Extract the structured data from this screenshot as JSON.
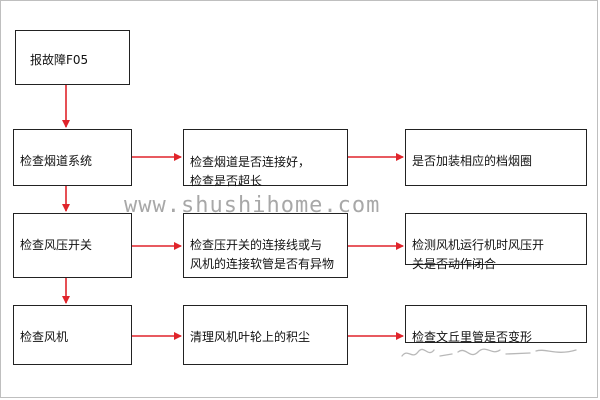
{
  "nodes": {
    "start": "报故障F05",
    "flue": "检查烟道系统",
    "flue_check": "检查烟道是否连接好，\n检查是否超长",
    "flue_action": "是否加装相应的档烟圈",
    "pressure_switch": "检查风压开关",
    "pressure_check": "检查压开关的连接线或与\n风机的连接软管是否有异物",
    "pressure_action": "检测风机运行机时风压开\n关是否动作闭合",
    "fan": "检查风机",
    "fan_check": "清理风机叶轮上的积尘",
    "fan_action": "检查文丘里管是否变形"
  },
  "watermark": "www.shushihome.com",
  "colors": {
    "arrow": "#e0242b",
    "border": "#222222",
    "watermark": "#9a9a9a"
  }
}
